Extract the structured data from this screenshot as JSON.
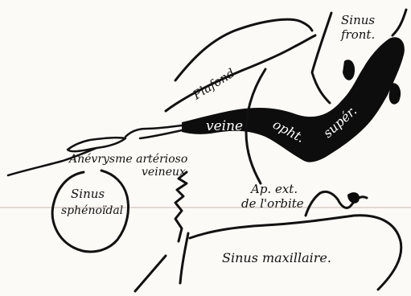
{
  "figure": {
    "labels": {
      "sinus_front_line1": "Sinus",
      "sinus_front_line2": "front.",
      "plafond": "Plafond",
      "vein_word1": "veine",
      "vein_word2": "opht.",
      "vein_word3": "supér.",
      "aneurysm_line1": "Anévrysme artérioso",
      "aneurysm_line2": "veineux",
      "sinus_sphenoidal_line1": "Sinus",
      "sinus_sphenoidal_line2": "sphénoïdal",
      "orbit_apex_line1": "Ap. ext.",
      "orbit_apex_line2": "de l'orbite",
      "sinus_maxillaire": "Sinus maxillaire."
    },
    "colors": {
      "ink": "#111111",
      "paper": "#fbfaf6",
      "fold_line": "#d9c9c4"
    }
  }
}
